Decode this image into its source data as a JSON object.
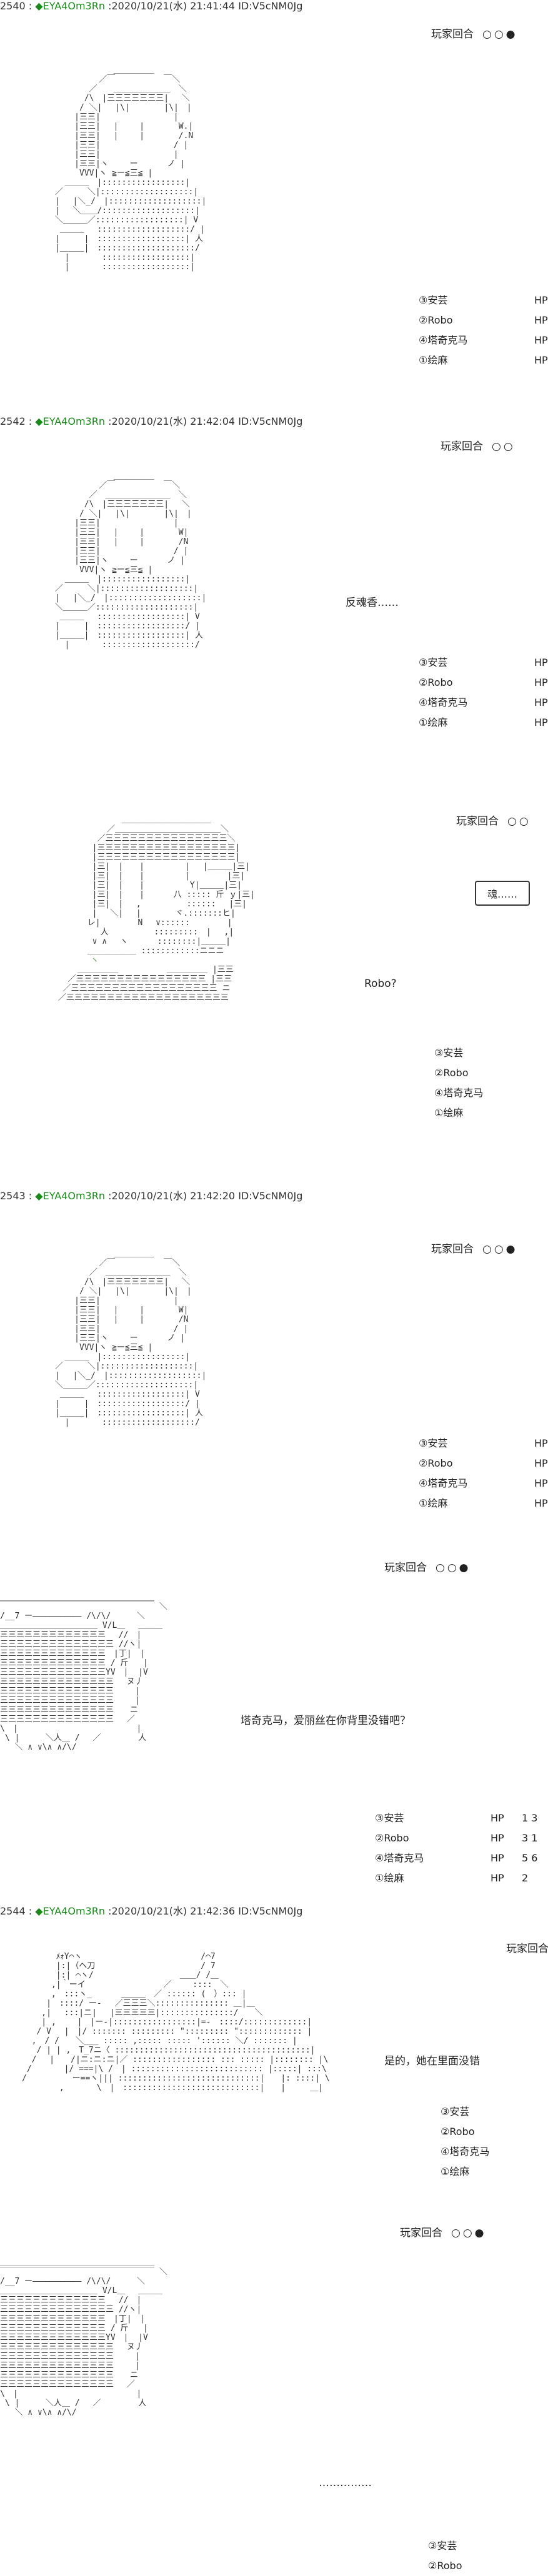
{
  "posts": [
    {
      "number": "2540",
      "sep": " : ",
      "diamond": "◆",
      "trip": "EYA4Om3Rn",
      "meta": " :2020/10/21(水) 21:41:44 ID:V5cNM0Jg"
    },
    {
      "number": "2542",
      "sep": " : ",
      "diamond": "◆",
      "trip": "EYA4Om3Rn",
      "meta": " :2020/10/21(水) 21:42:04 ID:V5cNM0Jg"
    },
    {
      "number": "2543",
      "sep": " : ",
      "diamond": "◆",
      "trip": "EYA4Om3Rn",
      "meta": " :2020/10/21(水) 21:42:20 ID:V5cNM0Jg"
    },
    {
      "number": "2544",
      "sep": " : ",
      "diamond": "◆",
      "trip": "EYA4Om3Rn",
      "meta": " :2020/10/21(水) 21:42:36 ID:V5cNM0Jg"
    }
  ],
  "turn": {
    "label": "玩家回合",
    "circles": "○○●",
    "circles_short": "○○"
  },
  "party": [
    {
      "name": "③安芸",
      "hp_label": "HP",
      "values": "1 3"
    },
    {
      "name": "②Robo",
      "hp_label": "HP",
      "values": "3 1"
    },
    {
      "name": "④塔奇克马",
      "hp_label": "HP",
      "values": "5 6"
    },
    {
      "name": "①绘麻",
      "hp_label": "HP",
      "values": "2"
    }
  ],
  "dialogue": {
    "fan_hun_xiang": "反魂香……",
    "hun_box": "魂……",
    "robo_q": "Robo?",
    "tachikoma_q": "塔奇克马，爱丽丝在你背里没错吧？",
    "yes_answer": "是的，她在里面没错",
    "ellipsis": "……………"
  },
  "colors": {
    "trip": "#1a8a1a",
    "text": "#222222",
    "rule": "#bbbbbb"
  }
}
